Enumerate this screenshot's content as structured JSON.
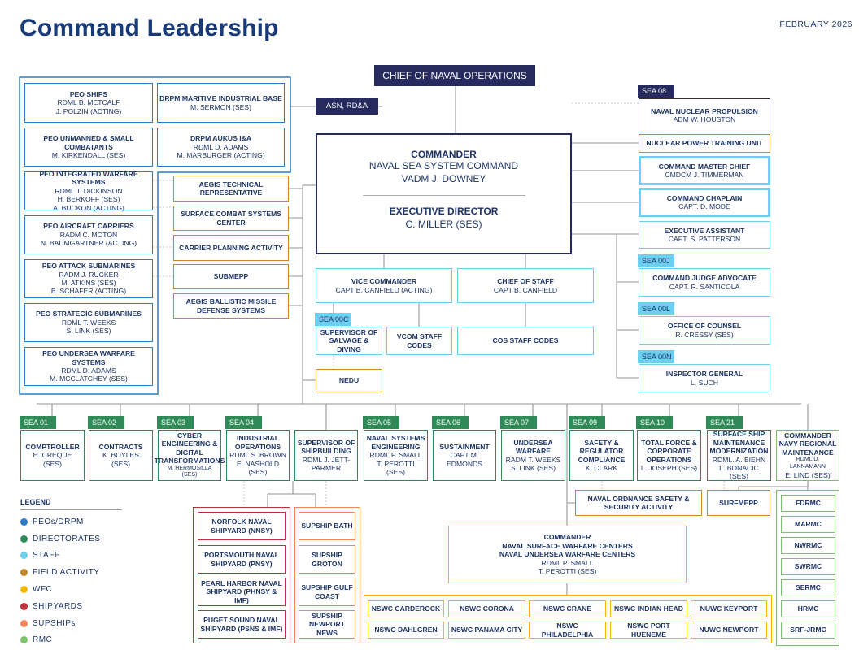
{
  "header": {
    "title": "Command Leadership",
    "date": "FEBRUARY 2026"
  },
  "cno": "CHIEF OF NAVAL OPERATIONS",
  "asn": "ASN, RD&A",
  "commander": {
    "title": "COMMANDER",
    "org": "NAVAL SEA SYSTEM COMMAND",
    "name": "VADM J. DOWNEY",
    "ed_title": "EXECUTIVE DIRECTOR",
    "ed_name": "C. MILLER (SES)"
  },
  "boxes": {
    "peo_ships": {
      "title": "PEO SHIPS",
      "names": [
        "RDML B. METCALF",
        "J. POLZIN (ACTING)"
      ]
    },
    "drpm_mib": {
      "title": "DRPM MARITIME INDUSTRIAL BASE",
      "names": [
        "M. SERMON (SES)"
      ]
    },
    "peo_usc": {
      "title": "PEO UNMANNED & SMALL COMBATANTS",
      "names": [
        "M. KIRKENDALL (SES)"
      ]
    },
    "drpm_aukus": {
      "title": "DRPM AUKUS I&A",
      "names": [
        "RDML D. ADAMS",
        "M. MARBURGER (ACTING)"
      ]
    },
    "peo_iws": {
      "title": "PEO INTEGRATED WARFARE SYSTEMS",
      "names": [
        "RDML T. DICKINSON",
        "H. BERKOFF (SES)",
        "A. BUCKON (ACTING)"
      ]
    },
    "peo_ac": {
      "title": "PEO AIRCRAFT CARRIERS",
      "names": [
        "RADM C. MOTON",
        "N. BAUMGARTNER (ACTING)"
      ]
    },
    "peo_subs": {
      "title": "PEO ATTACK SUBMARINES",
      "names": [
        "RADM J. RUCKER",
        "M. ATKINS (SES)",
        "B. SCHAFER (ACTING)"
      ]
    },
    "peo_ssbn": {
      "title": "PEO STRATEGIC SUBMARINES",
      "names": [
        "RDML T. WEEKS",
        "S. LINK (SES)"
      ]
    },
    "peo_usw": {
      "title": "PEO UNDERSEA WARFARE SYSTEMS",
      "names": [
        "RDML D. ADAMS",
        "M. MCCLATCHEY (SES)"
      ]
    },
    "aegis_tech": {
      "title": "AEGIS TECHNICAL REPRESENTATIVE",
      "names": []
    },
    "scsc": {
      "title": "SURFACE COMBAT SYSTEMS CENTER",
      "names": []
    },
    "cpa": {
      "title": "CARRIER PLANNING ACTIVITY",
      "names": []
    },
    "submepp": {
      "title": "SUBMEPP",
      "names": []
    },
    "abmd": {
      "title": "AEGIS BALLISTIC MISSILE DEFENSE SYSTEMS",
      "names": []
    },
    "nnp": {
      "tag": "SEA 08",
      "title": "NAVAL NUCLEAR PROPULSION",
      "names": [
        "ADM W. HOUSTON"
      ]
    },
    "nptu": {
      "title": "NUCLEAR POWER TRAINING UNIT",
      "names": []
    },
    "cmc": {
      "title": "COMMAND MASTER CHIEF",
      "names": [
        "CMDCM J. TIMMERMAN"
      ]
    },
    "chaplain": {
      "title": "COMMAND CHAPLAIN",
      "names": [
        "CAPT. D. MODE"
      ]
    },
    "ea": {
      "title": "EXECUTIVE ASSISTANT",
      "names": [
        "CAPT. S. PATTERSON"
      ]
    },
    "cja": {
      "tag": "SEA 00J",
      "title": "COMMAND JUDGE ADVOCATE",
      "names": [
        "CAPT. R. SANTICOLA"
      ]
    },
    "counsel": {
      "tag": "SEA 00L",
      "title": "OFFICE OF COUNSEL",
      "names": [
        "R. CRESSY (SES)"
      ]
    },
    "ig": {
      "tag": "SEA 00N",
      "title": "INSPECTOR GENERAL",
      "names": [
        "L. SUCH"
      ]
    },
    "vcom": {
      "title": "VICE COMMANDER",
      "names": [
        "CAPT B. CANFIELD (ACTING)"
      ]
    },
    "cos": {
      "title": "CHIEF OF STAFF",
      "names": [
        "CAPT B. CANFIELD"
      ]
    },
    "salvage": {
      "tag": "SEA 00C",
      "title": "SUPERVISOR OF SALVAGE & DIVING",
      "names": []
    },
    "vcom_codes": {
      "title": "VCOM STAFF CODES",
      "names": []
    },
    "cos_codes": {
      "title": "COS STAFF CODES",
      "names": []
    },
    "nedu": {
      "title": "NEDU",
      "names": []
    },
    "sea01": {
      "tag": "SEA 01",
      "title": "COMPTROLLER",
      "names": [
        "H. CREQUE",
        "(SES)"
      ]
    },
    "sea02": {
      "tag": "SEA 02",
      "title": "CONTRACTS",
      "names": [
        "K. BOYLES",
        "(SES)"
      ]
    },
    "sea03": {
      "tag": "SEA 03",
      "title": "CYBER ENGINEERING & DIGITAL TRANSFORMATIONS",
      "names": [
        "M. HERMOSILLA (SES)"
      ]
    },
    "sea04": {
      "tag": "SEA 04",
      "title": "INDUSTRIAL OPERATIONS",
      "names": [
        "RDML S. BROWN",
        "E. NASHOLD",
        "(SES)"
      ]
    },
    "supship": {
      "title": "SUPERVISOR OF SHIPBUILDING",
      "names": [
        "RDML J. JETT-PARMER"
      ]
    },
    "sea05": {
      "tag": "SEA 05",
      "title": "NAVAL SYSTEMS ENGINEERING",
      "names": [
        "RDML P. SMALL",
        "T. PEROTTI",
        "(SES)"
      ]
    },
    "sea06": {
      "tag": "SEA 06",
      "title": "SUSTAINMENT",
      "names": [
        "CAPT M. EDMONDS"
      ]
    },
    "sea07": {
      "tag": "SEA 07",
      "title": "UNDERSEA WARFARE",
      "names": [
        "RADM T. WEEKS",
        "S. LINK (SES)"
      ]
    },
    "sea09": {
      "tag": "SEA 09",
      "title": "SAFETY & REGULATOR COMPLIANCE",
      "names": [
        "K. CLARK"
      ]
    },
    "sea10": {
      "tag": "SEA 10",
      "title": "TOTAL FORCE & CORPORATE OPERATIONS",
      "names": [
        "L. JOSEPH (SES)"
      ]
    },
    "sea21": {
      "tag": "SEA 21",
      "title": "SURFACE SHIP MAINTENANCE MODERNIZATION",
      "names": [
        "RDML. A. BIEHN",
        "L. BONACIC (SES)"
      ]
    },
    "cnrmc": {
      "title": "COMMANDER NAVY REGIONAL MAINTENANCE",
      "names": [
        "RDML D. LANNAMANN",
        "E. LIND (SES)"
      ]
    },
    "nossa": {
      "title": "NAVAL ORDNANCE SAFETY & SECURITY ACTIVITY",
      "names": []
    },
    "surfmepp": {
      "title": "SURFMEPP",
      "names": []
    },
    "nnsy": {
      "title": "NORFOLK NAVAL SHIPYARD (NNSY)",
      "names": []
    },
    "pnsy": {
      "title": "PORTSMOUTH NAVAL SHIPYARD (PNSY)",
      "names": []
    },
    "phnsy": {
      "title": "PEARL HARBOR NAVAL SHIPYARD (PHNSY & IMF)",
      "names": []
    },
    "psns": {
      "title": "PUGET SOUND NAVAL SHIPYARD (PSNS & IMF)",
      "names": []
    },
    "sup_bath": {
      "title": "SUPSHIP BATH",
      "names": []
    },
    "sup_groton": {
      "title": "SUPSHIP GROTON",
      "names": []
    },
    "sup_gulf": {
      "title": "SUPSHIP GULF COAST",
      "names": []
    },
    "sup_nn": {
      "title": "SUPSHIP NEWPORT NEWS",
      "names": []
    },
    "wfc_cmdr": {
      "title": "COMMANDER",
      "names": []
    },
    "nswc_carderock": {
      "title": "NSWC CARDEROCK",
      "names": []
    },
    "nswc_corona": {
      "title": "NSWC CORONA",
      "names": []
    },
    "nswc_crane": {
      "title": "NSWC CRANE",
      "names": []
    },
    "nswc_ih": {
      "title": "NSWC INDIAN HEAD",
      "names": []
    },
    "nuwc_keyport": {
      "title": "NUWC KEYPORT",
      "names": []
    },
    "nswc_dahlgren": {
      "title": "NSWC DAHLGREN",
      "names": []
    },
    "nswc_pc": {
      "title": "NSWC PANAMA CITY",
      "names": []
    },
    "nswc_phil": {
      "title": "NSWC PHILADELPHIA",
      "names": []
    },
    "nswc_ph": {
      "title": "NSWC PORT HUENEME",
      "names": []
    },
    "nuwc_newport": {
      "title": "NUWC NEWPORT",
      "names": []
    },
    "fdrmc": {
      "title": "FDRMC",
      "names": []
    },
    "marmc": {
      "title": "MARMC",
      "names": []
    },
    "nwrmc": {
      "title": "NWRMC",
      "names": []
    },
    "swrmc": {
      "title": "SWRMC",
      "names": []
    },
    "sermc": {
      "title": "SERMC",
      "names": []
    },
    "hrmc": {
      "title": "HRMC",
      "names": []
    },
    "srf_jrmc": {
      "title": "SRF-JRMC",
      "names": []
    }
  },
  "wfc_extra": [
    "NAVAL SURFACE WARFARE CENTERS",
    "NAVAL UNDERSEA WARFARE CENTERS",
    "RDML P. SMALL",
    "T. PEROTTI (SES)"
  ],
  "legend": {
    "title": "LEGEND",
    "items": [
      {
        "label": "PEOs/DRPM",
        "color": "#2a7bc4"
      },
      {
        "label": "DIRECTORATES",
        "color": "#2e8b57"
      },
      {
        "label": "STAFF",
        "color": "#6dcff0"
      },
      {
        "label": "FIELD ACTIVITY",
        "color": "#c8862a"
      },
      {
        "label": "WFC",
        "color": "#f5b800"
      },
      {
        "label": "SHIPYARDS",
        "color": "#c0323a"
      },
      {
        "label": "SUPSHIPs",
        "color": "#f4875a"
      },
      {
        "label": "RMC",
        "color": "#7ac36a"
      }
    ]
  }
}
